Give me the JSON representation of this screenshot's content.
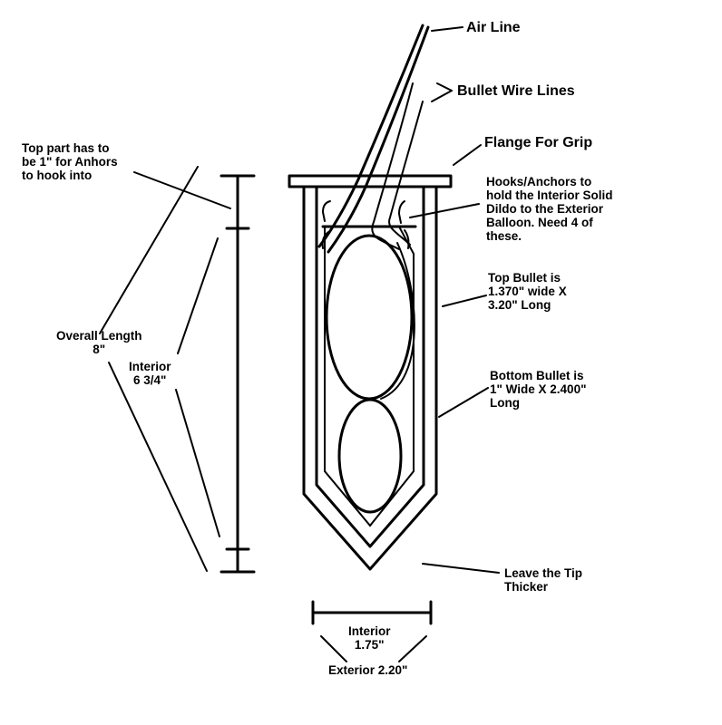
{
  "labels": {
    "air_line": "Air Line",
    "bullet_wire_lines": "Bullet Wire Lines",
    "flange_for_grip": "Flange For Grip",
    "hooks_anchors": "Hooks/Anchors to\nhold the Interior Solid\nDildo to the Exterior\nBalloon. Need 4 of\nthese.",
    "top_part": "Top part has to\nbe 1\" for Anhors\nto hook into",
    "overall_length": "Overall Length\n8\"",
    "interior_length": "Interior\n6 3/4\"",
    "top_bullet": "Top Bullet is\n1.370\" wide X\n3.20\" Long",
    "bottom_bullet": "Bottom Bullet is\n1\" Wide X 2.400\"\nLong",
    "leave_tip": "Leave the Tip\nThicker",
    "interior_width": "Interior\n1.75\"",
    "exterior_width": "Exterior 2.20\""
  },
  "colors": {
    "ink": "#000000",
    "background": "#ffffff"
  }
}
